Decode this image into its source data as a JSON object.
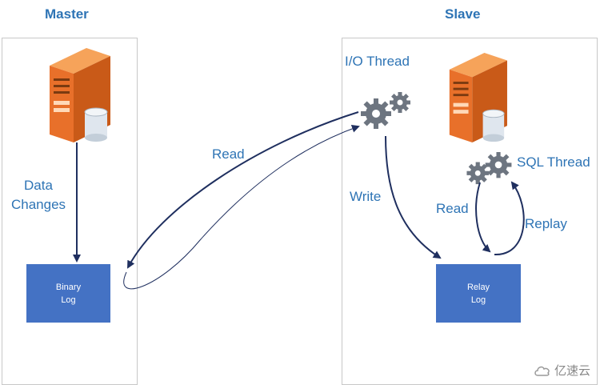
{
  "master": {
    "title": "Master",
    "data_changes": [
      "Data",
      "Changes"
    ],
    "binary_log": [
      "Binary",
      "Log"
    ]
  },
  "slave": {
    "title": "Slave",
    "io_thread": "I/O Thread",
    "sql_thread": "SQL Thread",
    "relay_log": [
      "Relay",
      "Log"
    ]
  },
  "arrows": {
    "read_master": "Read",
    "write": "Write",
    "read_slave": "Read",
    "replay": "Replay"
  },
  "watermark": "亿速云",
  "colors": {
    "accent": "#2e74b5",
    "box": "#4472c4",
    "arrow": "#1f2f5f",
    "server": "#f07c28"
  },
  "icons": [
    "server-icon",
    "database-icon",
    "gears-icon",
    "cloud-logo-icon"
  ]
}
